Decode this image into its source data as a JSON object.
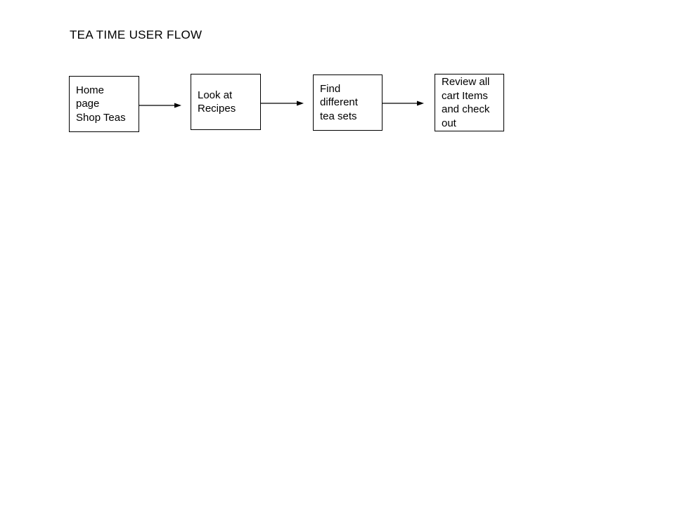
{
  "title": "TEA TIME USER FLOW",
  "colors": {
    "background": "#ffffff",
    "text": "#000000",
    "node_border": "#000000",
    "node_fill": "#ffffff",
    "arrow": "#000000"
  },
  "flow": {
    "nodes": [
      {
        "id": "home-page",
        "label": "Home\npage\nShop Teas"
      },
      {
        "id": "recipes",
        "label": "Look at\nRecipes"
      },
      {
        "id": "tea-sets",
        "label": "Find\ndifferent\ntea sets"
      },
      {
        "id": "checkout",
        "label": "Review all\ncart Items\nand check\nout"
      }
    ],
    "connections": [
      {
        "from": "home-page",
        "to": "recipes"
      },
      {
        "from": "recipes",
        "to": "tea-sets"
      },
      {
        "from": "tea-sets",
        "to": "checkout"
      }
    ]
  }
}
